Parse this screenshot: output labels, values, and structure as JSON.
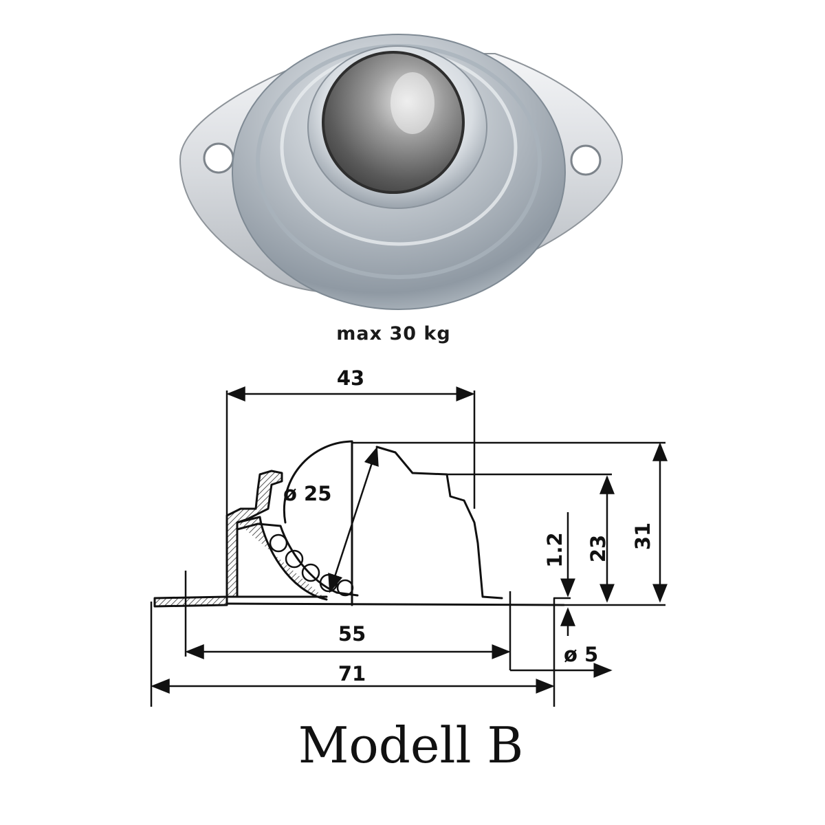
{
  "caption": "max 30 kg",
  "model_title": "Modell B",
  "dimensions": {
    "top_width": "43",
    "ball_diameter": "ø 25",
    "height_total": "31",
    "height_body": "23",
    "flange_thickness": "1.2",
    "hole_spacing": "55",
    "flange_length": "71",
    "hole_diameter": "ø 5"
  }
}
